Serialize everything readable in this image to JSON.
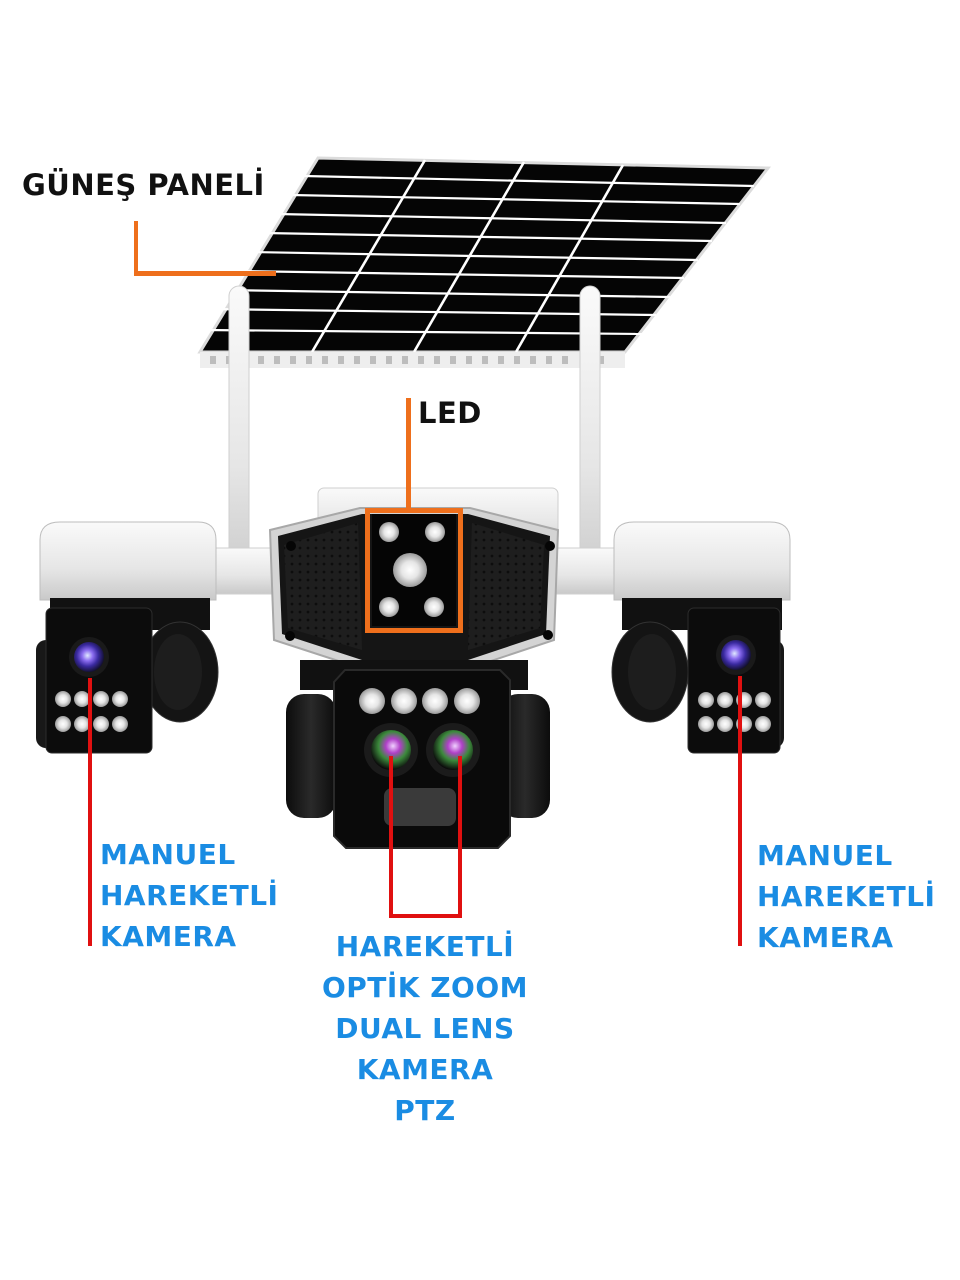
{
  "labels": {
    "solar_panel": "GÜNEŞ PANELİ",
    "led": "LED",
    "left_camera": [
      "MANUEL",
      "HAREKETLİ",
      "KAMERA"
    ],
    "center_camera": [
      "HAREKETLİ",
      "OPTİK ZOOM",
      "DUAL LENS",
      "KAMERA",
      "PTZ"
    ],
    "right_camera": [
      "MANUEL",
      "HAREKETLİ",
      "KAMERA"
    ]
  },
  "colors": {
    "callout_orange": "#ee6f1c",
    "callout_red": "#e01010",
    "label_blue": "#1a8ce3",
    "label_black": "#111111"
  },
  "product": {
    "components": [
      "solar-panel",
      "led-floodlight",
      "left-ptz-camera",
      "center-dual-lens-ptz-camera",
      "right-ptz-camera"
    ]
  }
}
